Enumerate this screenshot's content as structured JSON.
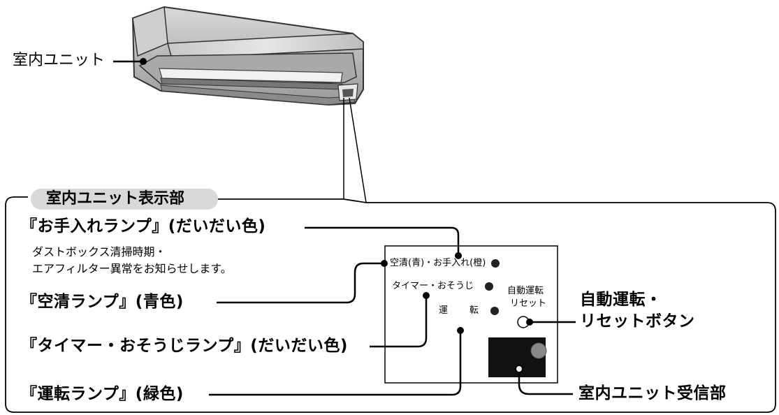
{
  "indoor_unit_label": "室内ユニット",
  "display_section_title": "室内ユニット表示部",
  "labels": {
    "care_lamp": "『お手入れランプ』(だいだい色)",
    "care_desc_1": "ダストボックス清掃時期・",
    "care_desc_2": "エアフィルター異常をお知らせします。",
    "air_clean_lamp": "『空清ランプ』(青色)",
    "timer_lamp": "『タイマー・おそうじランプ』(だいだい色)",
    "run_lamp": "『運転ランプ』(緑色)",
    "auto_reset_1": "自動運転・",
    "auto_reset_2": "リセットボタン",
    "receiver": "室内ユニット受信部"
  },
  "panel": {
    "row1": "空清(青)・お手入れ(橙)",
    "row2": "タイマー・おそうじ",
    "row3_a": "運",
    "row3_b": "転",
    "button_1": "自動運転",
    "button_2": "リセット"
  }
}
